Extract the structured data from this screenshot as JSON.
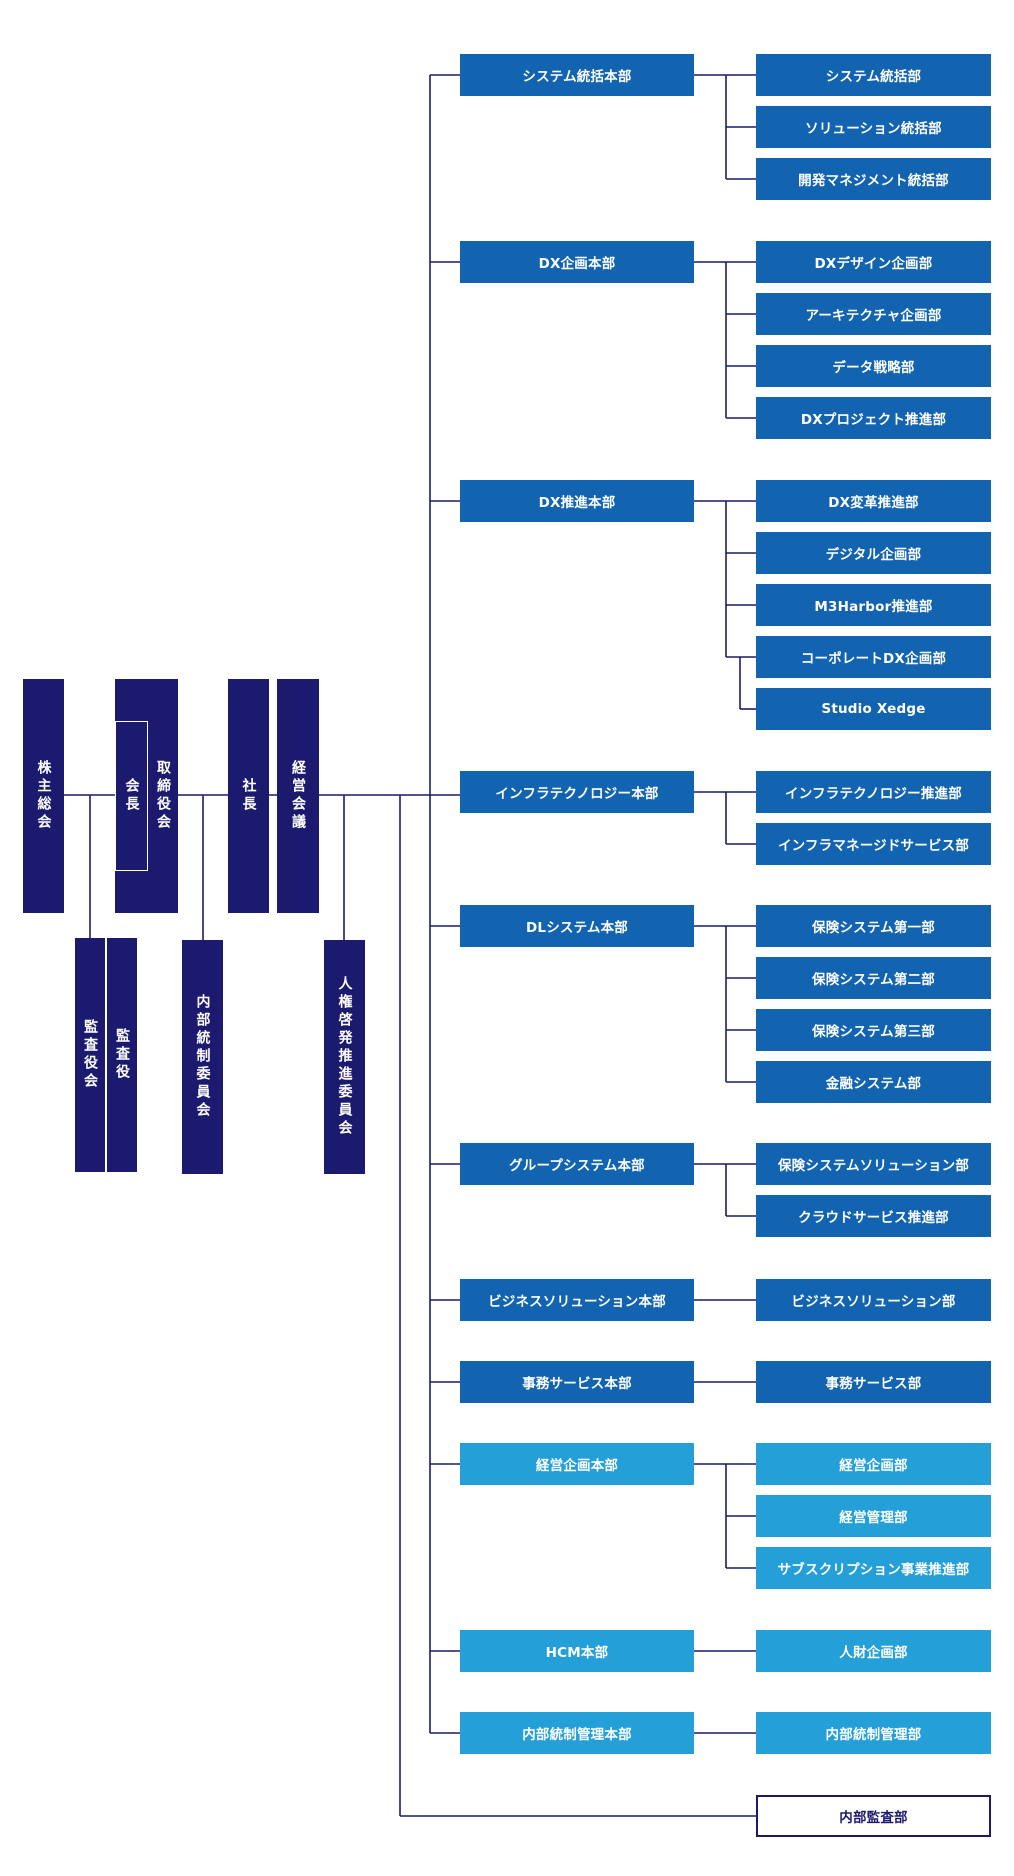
{
  "executive": {
    "shareholders_meeting": "株主総会",
    "board_of_directors": "取締役会",
    "chairman": "会長",
    "president": "社長",
    "management_meeting": "経営会議",
    "audit_board": "監査役会",
    "auditor": "監査役",
    "internal_control_committee": "内部統制委員会",
    "human_rights_committee": "人権啓発推進委員会"
  },
  "divisions": [
    {
      "label": "システム統括本部",
      "depts": [
        "システム統括部",
        "ソリューション統括部",
        "開発マネジメント統括部"
      ]
    },
    {
      "label": "DX企画本部",
      "depts": [
        "DXデザイン企画部",
        "アーキテクチャ企画部",
        "データ戦略部",
        "DXプロジェクト推進部"
      ]
    },
    {
      "label": "DX推進本部",
      "depts": [
        "DX変革推進部",
        "デジタル企画部",
        "M3Harbor推進部",
        "コーポレートDX企画部"
      ],
      "subdept": "Studio Xedge"
    },
    {
      "label": "インフラテクノロジー本部",
      "depts": [
        "インフラテクノロジー推進部",
        "インフラマネージドサービス部"
      ]
    },
    {
      "label": "DLシステム本部",
      "depts": [
        "保険システム第一部",
        "保険システム第二部",
        "保険システム第三部",
        "金融システム部"
      ]
    },
    {
      "label": "グループシステム本部",
      "depts": [
        "保険システムソリューション部",
        "クラウドサービス推進部"
      ]
    },
    {
      "label": "ビジネスソリューション本部",
      "depts": [
        "ビジネスソリューション部"
      ]
    },
    {
      "label": "事務サービス本部",
      "depts": [
        "事務サービス部"
      ]
    },
    {
      "label": "経営企画本部",
      "depts": [
        "経営企画部",
        "経営管理部",
        "サブスクリプション事業推進部"
      ]
    },
    {
      "label": "HCM本部",
      "depts": [
        "人財企画部"
      ]
    },
    {
      "label": "内部統制管理本部",
      "depts": [
        "内部統制管理部"
      ]
    }
  ],
  "internal_audit": "内部監査部",
  "colors": {
    "navy": "#1b1a6e",
    "blue": "#1263b0",
    "light_blue": "#259fd8",
    "line": "#1b1a6e",
    "background": "#ffffff"
  }
}
